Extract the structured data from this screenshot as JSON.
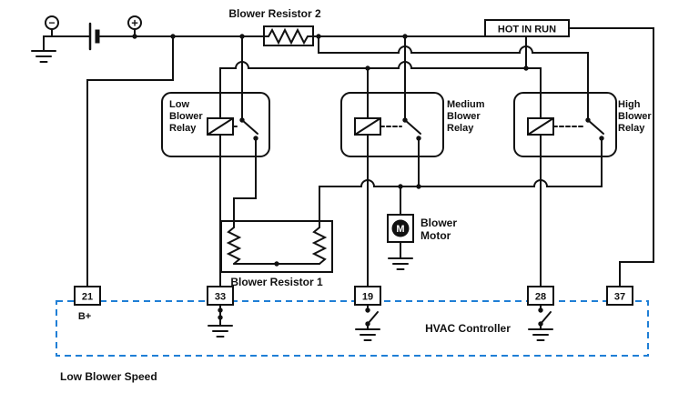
{
  "diagram": {
    "battery": {
      "minus_symbol": "−",
      "plus_symbol": "+"
    },
    "labels": {
      "blower_resistor_2": "Blower Resistor 2",
      "blower_resistor_1": "Blower Resistor 1",
      "hot_in_run": "HOT IN RUN",
      "hvac_controller": "HVAC Controller",
      "low_blower_speed": "Low Blower Speed",
      "b_plus": "B+"
    },
    "relays": {
      "low": {
        "lines": [
          "Low",
          "Blower",
          "Relay"
        ]
      },
      "medium": {
        "lines": [
          "Medium",
          "Blower",
          "Relay"
        ]
      },
      "high": {
        "lines": [
          "High",
          "Blower",
          "Relay"
        ]
      }
    },
    "motor": {
      "lines": [
        "Blower",
        "Motor"
      ],
      "symbol": "M"
    },
    "pins": {
      "p21": "21",
      "p33": "33",
      "p19": "19",
      "p28": "28",
      "p37": "37"
    },
    "colors": {
      "wire": "#111111",
      "controller_border": "#1f7fd6",
      "background": "#ffffff"
    }
  }
}
